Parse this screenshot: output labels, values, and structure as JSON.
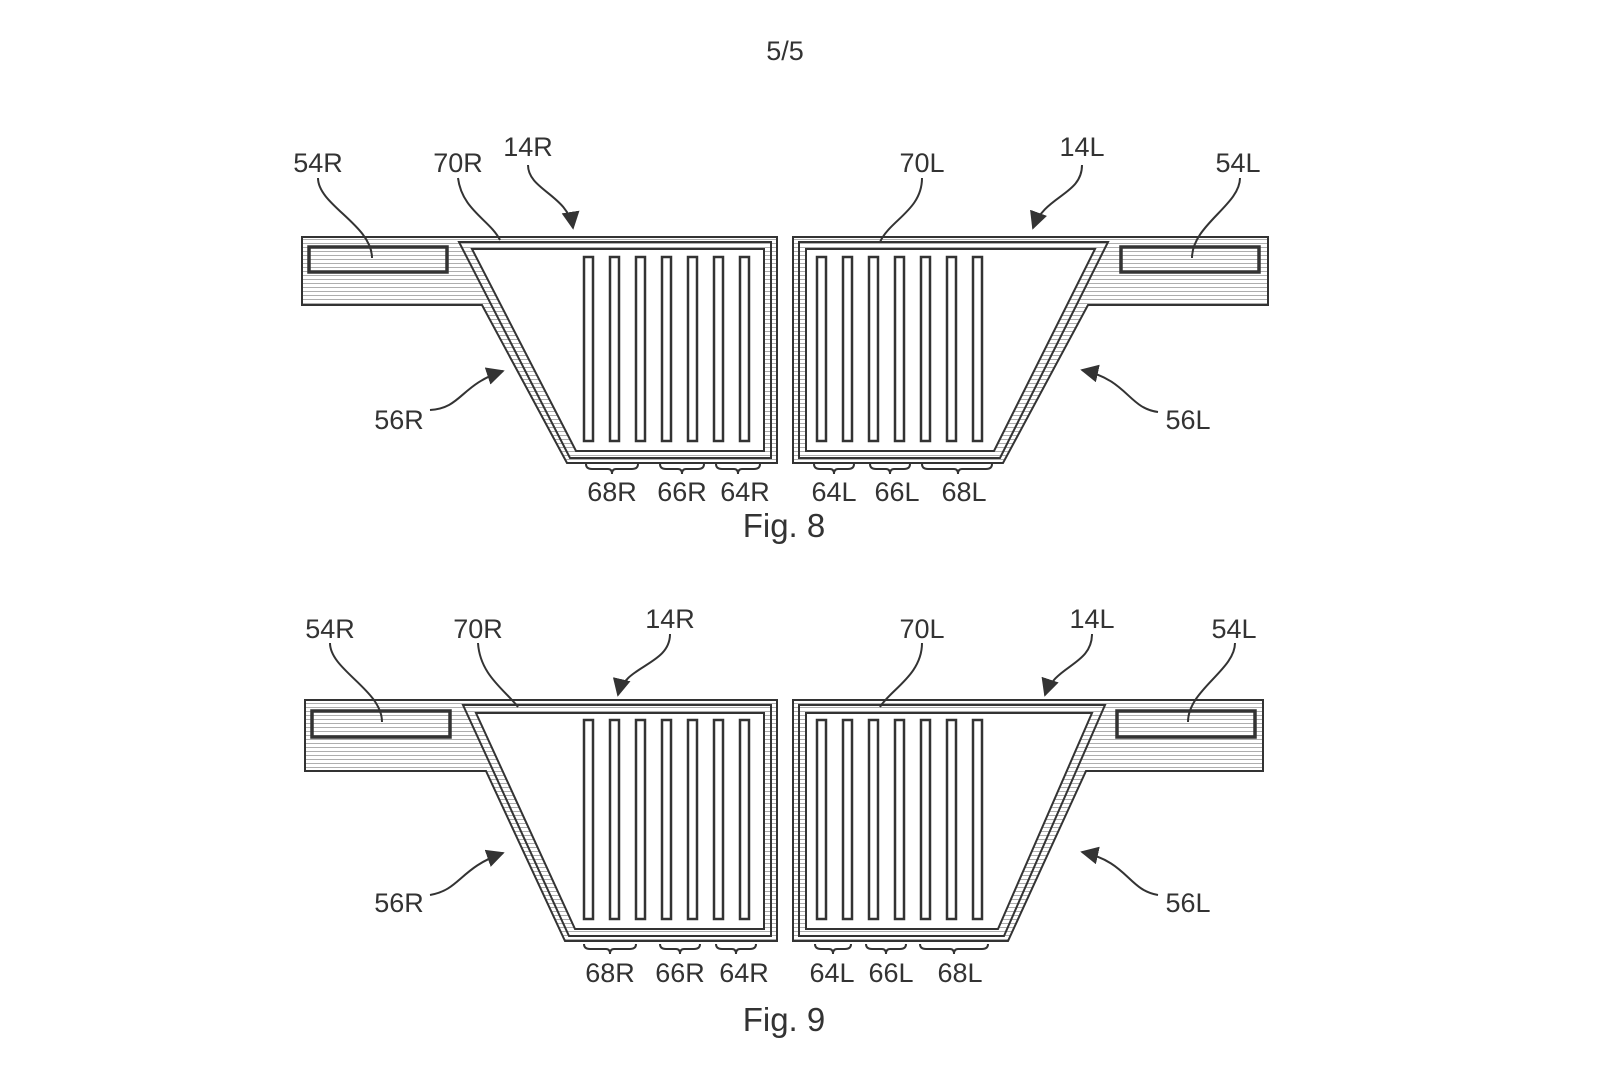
{
  "page": {
    "sheet_number": "5/5"
  },
  "figures": [
    {
      "caption": "Fig. 8",
      "labels": {
        "left_bracket": "54R",
        "left_channel": "70R",
        "left_panel": "14R",
        "left_body": "56R",
        "right_channel": "70L",
        "right_panel": "14L",
        "right_bracket": "54L",
        "right_body": "56L"
      },
      "groups": [
        "68R",
        "66R",
        "64R",
        "64L",
        "66L",
        "68L"
      ]
    },
    {
      "caption": "Fig. 9",
      "labels": {
        "left_bracket": "54R",
        "left_channel": "70R",
        "left_panel": "14R",
        "left_body": "56R",
        "right_channel": "70L",
        "right_panel": "14L",
        "right_bracket": "54L",
        "right_body": "56L"
      },
      "groups": [
        "68R",
        "66R",
        "64R",
        "64L",
        "66L",
        "68L"
      ]
    }
  ]
}
